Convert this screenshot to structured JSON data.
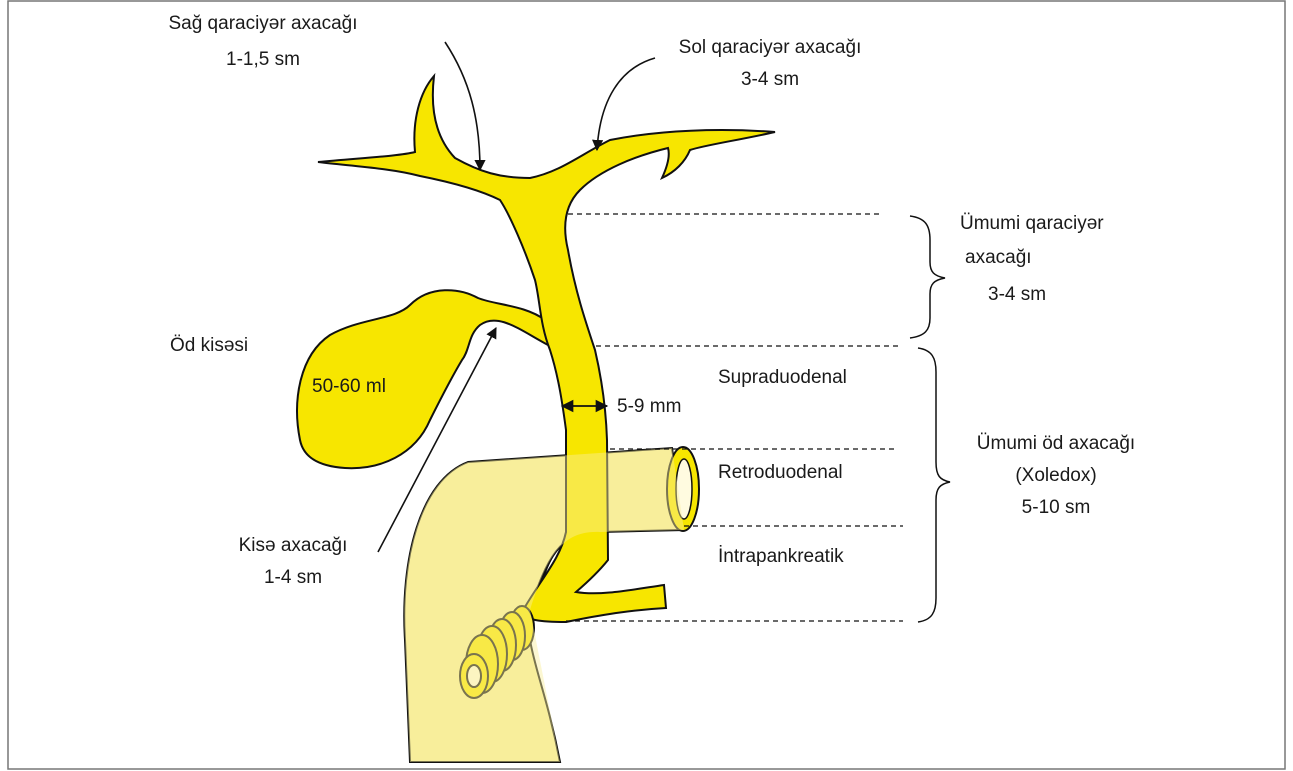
{
  "colors": {
    "bile_duct": "#f7e600",
    "duodenum": "#f8ee9c",
    "outline": "#111111",
    "text": "#1a1a1a"
  },
  "labels": {
    "right_hepatic_duct_name": "Sağ qaraciyər axacağı",
    "right_hepatic_duct_size": "1-1,5 sm",
    "left_hepatic_duct_name": "Sol qaraciyər axacağı",
    "left_hepatic_duct_size": "3-4 sm",
    "common_hepatic_duct_line1": "Ümumi qaraciyər",
    "common_hepatic_duct_line2": "axacağı",
    "common_hepatic_duct_size": "3-4 sm",
    "gallbladder_name": "Öd kisəsi",
    "gallbladder_volume": "50-60 ml",
    "duct_diameter": "5-9 mm",
    "segment_supraduodenal": "Supraduodenal",
    "segment_retroduodenal": "Retroduodenal",
    "segment_intrapancreatic": "İntrapankreatik",
    "common_bile_duct_line1": "Ümumi öd axacağı",
    "common_bile_duct_line2": "(Xoledox)",
    "common_bile_duct_size": "5-10 sm",
    "cystic_duct_name": "Kisə axacağı",
    "cystic_duct_size": "1-4 sm"
  }
}
